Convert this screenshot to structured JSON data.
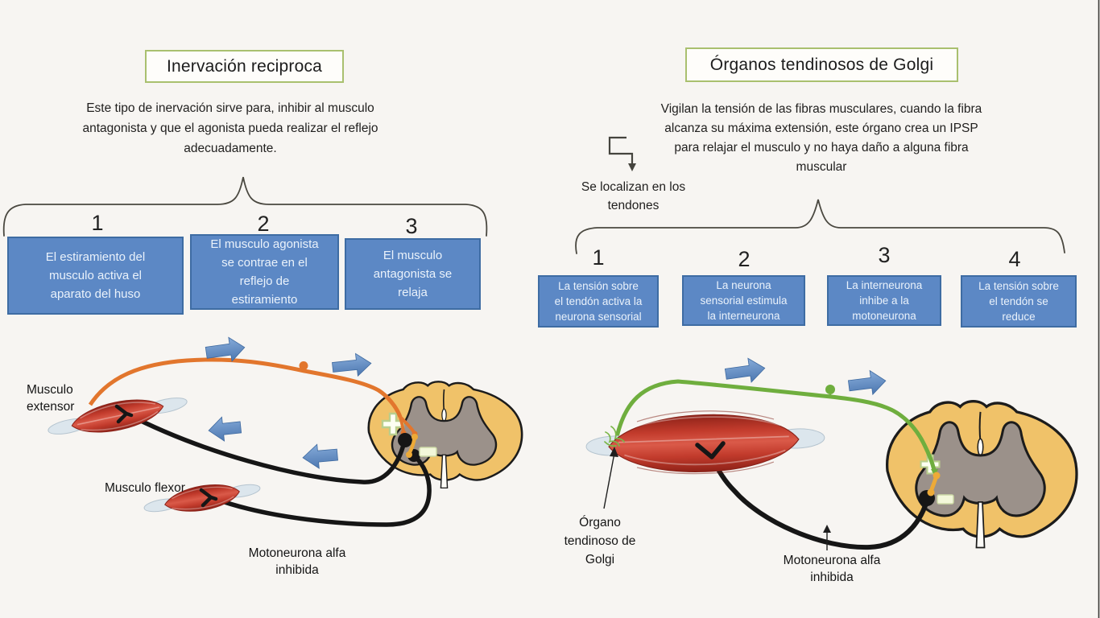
{
  "left": {
    "title": "Inervación reciproca",
    "description": "Este tipo de inervación sirve para, inhibir al musculo\nantagonista y que el agonista pueda realizar el reflejo\nadecuadamente.",
    "steps": [
      {
        "num": "1",
        "text": "El estiramiento del\nmusculo activa el\naparato del huso"
      },
      {
        "num": "2",
        "text": "El musculo agonista\nse contrae en el\nreflejo de\nestiramiento"
      },
      {
        "num": "3",
        "text": "El musculo\nantagonista se\nrelaja"
      }
    ],
    "labels": {
      "extensor": "Musculo\nextensor",
      "flexor": "Musculo flexor",
      "motoneuron": "Motoneurona alfa\ninhibida"
    }
  },
  "right": {
    "title": "Órganos tendinosos de Golgi",
    "description": "Vigilan la tensión de las fibras musculares, cuando la fibra\nalcanza su máxima extensión, este órgano crea un IPSP\npara relajar el musculo y no haya daño a alguna fibra\nmuscular",
    "location_note": "Se localizan en los\ntendones",
    "steps": [
      {
        "num": "1",
        "text": "La tensión sobre\nel tendón activa la\nneurona sensorial"
      },
      {
        "num": "2",
        "text": "La neurona\nsensorial estimula\nla interneurona"
      },
      {
        "num": "3",
        "text": "La interneurona\ninhibe a la\nmotoneurona"
      },
      {
        "num": "4",
        "text": "La tensión sobre\nel tendón se\nreduce"
      }
    ],
    "labels": {
      "golgi": "Órgano\ntendinoso de\nGolgi",
      "motoneuron": "Motoneurona alfa\ninhibida"
    }
  },
  "symbols": {
    "excitatory": "+",
    "inhibitory": "−"
  },
  "colors": {
    "background": "#f7f5f2",
    "box_blue": "#5c88c5",
    "box_border": "#3e6ca3",
    "box_text": "#eaf2fb",
    "title_border": "#a9c06f",
    "arrow_blue": "#6b97cd",
    "nerve_orange": "#e2762d",
    "nerve_green": "#6fae3e",
    "interneuron_yellow": "#edaa38",
    "cord_tan": "#f0c269",
    "gray_matter": "#9b918a",
    "muscle_red": "#c03a2c",
    "ink": "#1c1c1c"
  }
}
